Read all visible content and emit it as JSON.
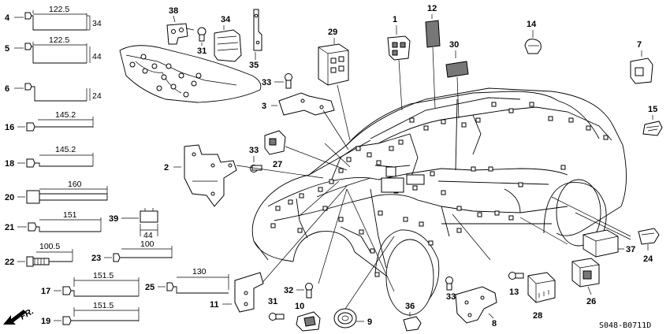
{
  "diagram_code": "S048-B0711D",
  "direction_label": "FR.",
  "callouts": {
    "c1": "1",
    "c2": "2",
    "c3": "3",
    "c4": "4",
    "c5": "5",
    "c6": "6",
    "c7": "7",
    "c8": "8",
    "c9": "9",
    "c10": "10",
    "c11": "11",
    "c12": "12",
    "c13": "13",
    "c14": "14",
    "c15": "15",
    "c16": "16",
    "c17": "17",
    "c18": "18",
    "c19": "19",
    "c20": "20",
    "c21": "21",
    "c22": "22",
    "c23": "23",
    "c24": "24",
    "c25": "25",
    "c26": "26",
    "c27": "27",
    "c28": "28",
    "c29": "29",
    "c30": "30",
    "c31a": "31",
    "c31b": "31",
    "c32": "32",
    "c33a": "33",
    "c33b": "33",
    "c33c": "33",
    "c34": "34",
    "c35": "35",
    "c36": "36",
    "c37": "37",
    "c38": "38",
    "c39": "39"
  },
  "dimensions": {
    "p4_length": "122.5",
    "p4_height": "34",
    "p5_length": "122.5",
    "p5_height": "44",
    "p6_height": "24",
    "p16_length": "145.2",
    "p18_length": "145.2",
    "p20_length": "160",
    "p21_length": "151",
    "p22_length": "100.5",
    "p23_length": "100",
    "p39_length": "44",
    "p25_length": "130",
    "p17_length": "151.5",
    "p19_length": "151.5"
  },
  "colors": {
    "line": "#000000",
    "background": "#ffffff",
    "shade": "#777777"
  }
}
